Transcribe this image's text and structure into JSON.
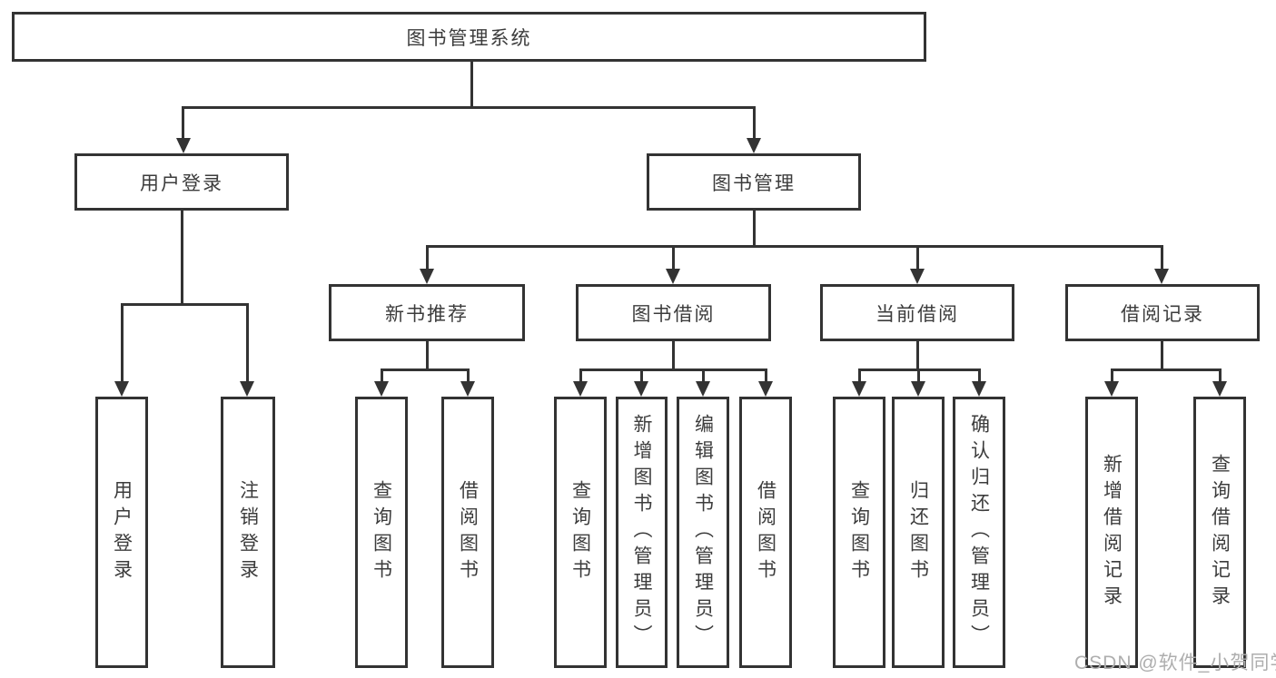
{
  "tree": {
    "root": {
      "label": "图书管理系统"
    },
    "children": [
      {
        "label": "用户登录",
        "children": [
          {
            "label": "用户登录"
          },
          {
            "label": "注销登录"
          }
        ]
      },
      {
        "label": "图书管理",
        "children": [
          {
            "label": "新书推荐",
            "children": [
              {
                "label": "查询图书"
              },
              {
                "label": "借阅图书"
              }
            ]
          },
          {
            "label": "图书借阅",
            "children": [
              {
                "label": "查询图书"
              },
              {
                "label": "新增图书（管理员）"
              },
              {
                "label": "编辑图书（管理员）"
              },
              {
                "label": "借阅图书"
              }
            ]
          },
          {
            "label": "当前借阅",
            "children": [
              {
                "label": "查询图书"
              },
              {
                "label": "归还图书"
              },
              {
                "label": "确认归还（管理员）"
              }
            ]
          },
          {
            "label": "借阅记录",
            "children": [
              {
                "label": "新增借阅记录"
              },
              {
                "label": "查询借阅记录"
              }
            ]
          }
        ]
      }
    ]
  },
  "watermark": {
    "text": "CSDN @软件_小贺同学"
  },
  "colors": {
    "line": "#333333",
    "box_border": "#333333",
    "text": "#3c3c3c",
    "watermark": "#aeaeae",
    "background": "#ffffff"
  }
}
